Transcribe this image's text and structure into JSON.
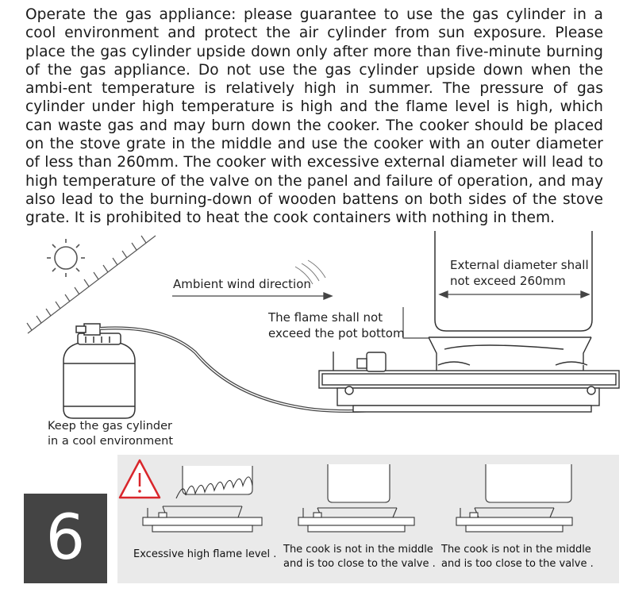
{
  "intro_text": "Operate the gas appliance: please guarantee to use the gas cylinder in a cool environment and protect the air cylinder from sun exposure. Please place the gas cylinder upside down only after more than five-minute burning of the gas appliance. Do not use the gas cylinder upside down when the ambi-ent temperature is relatively high in summer. The pressure of gas cylinder under high temperature is high and the flame level is high, which can waste gas and may burn down the cooker. The cooker should be placed on the stove grate in the middle and use the cooker with an outer diameter of less than 260mm. The cooker with excessive external diameter will lead to high temperature of the valve on the panel and failure of operation, and may also lead to the burning-down of wooden battens on both sides of the stove grate. It is prohibited to heat the cook containers with nothing in them.",
  "diagram": {
    "ambient_wind": "Ambient wind direction",
    "flame_line1": "The flame shall not",
    "flame_line2": "exceed the pot bottom",
    "diameter_line1": "External diameter shall",
    "diameter_line2": "not exceed 260mm",
    "cylinder_line1": "Keep the gas cylinder",
    "cylinder_line2": "in a cool environment"
  },
  "step_number": "6",
  "warnings": [
    {
      "line1": "Excessive high flame  level .",
      "line2": ""
    },
    {
      "line1": "The cook is not in the middle",
      "line2": "and is too close to the valve ."
    },
    {
      "line1": "The cook is not in the middle",
      "line2": "and is too close to the valve ."
    }
  ],
  "colors": {
    "warning_red": "#d9262b",
    "band_gray": "#eaeaea",
    "step_box": "#444444"
  }
}
